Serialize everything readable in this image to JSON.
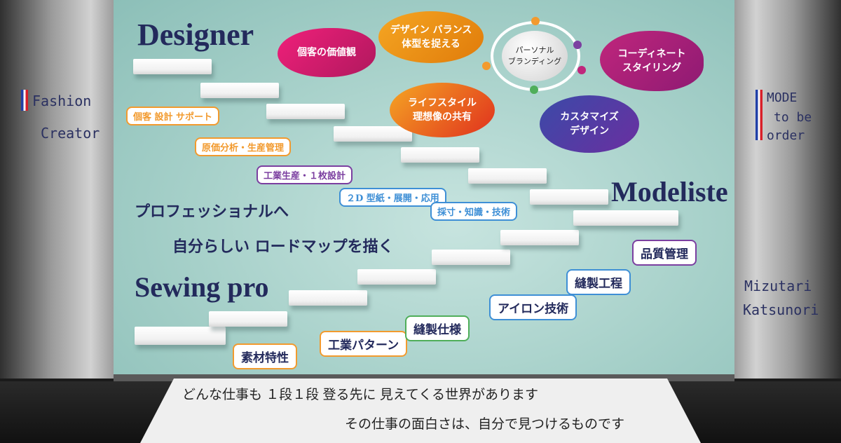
{
  "left_panel": {
    "line1": "Fashion",
    "line2": "Creator"
  },
  "right_panel": {
    "top_line1": "MODE",
    "top_line2": "to be",
    "top_line3": "order",
    "bottom_line1": "Mizutari",
    "bottom_line2": "Katsunori"
  },
  "titles": {
    "designer": "Designer",
    "modeliste": "Modeliste",
    "sewing": "Sewing pro"
  },
  "slogan": {
    "line1": "プロフェッショナルへ",
    "line2": "自分らしい ロードマップを描く"
  },
  "designer_tags": [
    "個客 設計 サポート",
    "原価分析・生産管理",
    "工業生産・１枚設計",
    "２D 型紙・展開・応用",
    "採寸・知識・技術"
  ],
  "sewing_tags": [
    "素材特性",
    "工業パターン",
    "縫製仕様",
    "アイロン技術",
    "縫製工程",
    "品質管理"
  ],
  "bubbles": {
    "b1": "個客の価値観",
    "b2_line1": "デザイン バランス",
    "b2_line2": "体型を捉える",
    "b3_line1": "パーソナル",
    "b3_line2": "ブランディング",
    "b4_line1": "コーディネート",
    "b4_line2": "スタイリング",
    "b5_line1": "ライフスタイル",
    "b5_line2": "理想像の共有",
    "b6_line1": "カスタマイズ",
    "b6_line2": "デザイン"
  },
  "bottom": {
    "line1": "どんな仕事も １段１段 登る先に 見えてくる世界があります",
    "line2": "その仕事の面白さは、自分で見つけるものです"
  },
  "colors": {
    "navy": "#232a5c",
    "orange": "#f29a2e",
    "purple": "#7b3fa0",
    "blue": "#3e8fd6",
    "pink": "#d6246e",
    "magenta": "#c0267c"
  }
}
